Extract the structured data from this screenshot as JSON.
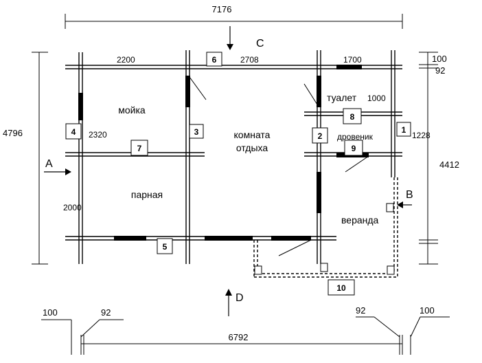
{
  "dimensions": {
    "top_overall": "7176",
    "left_overall": "4796",
    "right_overall": "4412",
    "bottom_overall": "6792",
    "top_right_100": "100",
    "top_right_92": "92",
    "bottom_left_100": "100",
    "bottom_left_92": "92",
    "bottom_right_92": "92",
    "bottom_right_100": "100",
    "seg_2200": "2200",
    "seg_2708": "2708",
    "seg_1700": "1700",
    "seg_1000": "1000",
    "seg_2320": "2320",
    "seg_2000": "2000",
    "seg_1228": "1228"
  },
  "rooms": {
    "washroom": "мойка",
    "steam_room": "парная",
    "rest_room_line1": "комната",
    "rest_room_line2": "отдыха",
    "toilet": "туалет",
    "woodshed": "дровеник",
    "veranda": "веранда"
  },
  "views": {
    "a": "A",
    "b": "B",
    "c": "C",
    "d": "D"
  },
  "tags": [
    "1",
    "2",
    "3",
    "4",
    "5",
    "6",
    "7",
    "8",
    "9",
    "10"
  ]
}
